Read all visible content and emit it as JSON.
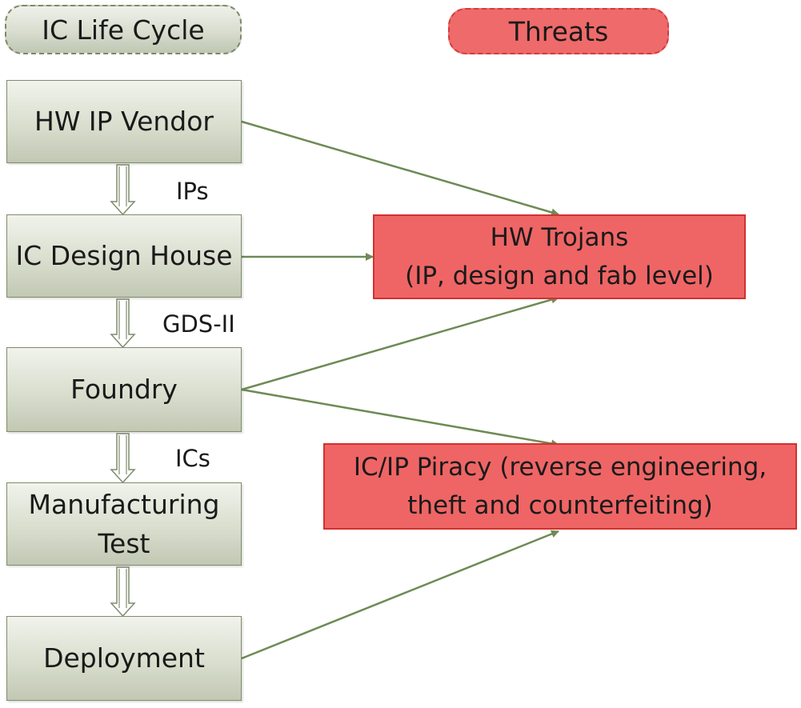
{
  "legend": {
    "lifecycle_label": "IC Life Cycle",
    "threats_label": "Threats"
  },
  "stages": {
    "hw_ip_vendor": "HW IP Vendor",
    "ic_design_house": "IC Design House",
    "foundry": "Foundry",
    "manufacturing_line1": "Manufacturing",
    "manufacturing_line2": "Test",
    "deployment": "Deployment"
  },
  "flow_labels": {
    "ips": "IPs",
    "gds": "GDS-II",
    "ics": "ICs"
  },
  "threats": {
    "trojans_line1": "HW Trojans",
    "trojans_line2": "(IP, design and fab level)",
    "piracy_line1": "IC/IP Piracy (reverse engineering,",
    "piracy_line2": "theft and counterfeiting)"
  },
  "colors": {
    "lifecycle_fill": "#d6dbcc",
    "threat_fill": "#ef6565",
    "threat_border": "#d33030",
    "connector": "#6f8a55"
  }
}
